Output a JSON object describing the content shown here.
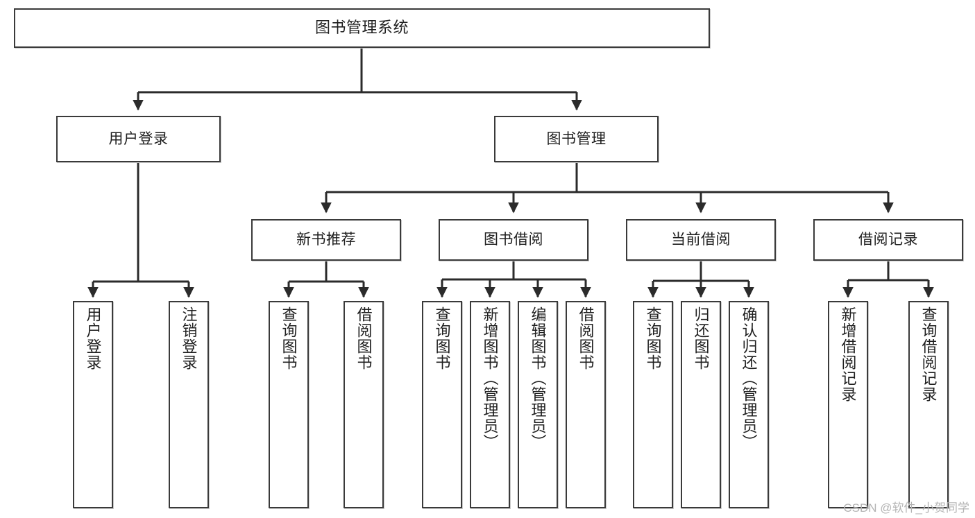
{
  "diagram": {
    "title": "图书管理系统",
    "type": "functional-decomposition-tree",
    "colors": {
      "background": "#ffffff",
      "node_border": "#3a3a3a",
      "node_fill": "#ffffff",
      "edge": "#2b2b2b",
      "text": "#1f1f1f",
      "watermark": "#b4b4b4"
    },
    "nodes": {
      "root": {
        "label": "图书管理系统"
      },
      "level2": [
        {
          "label": "用户登录"
        },
        {
          "label": "图书管理"
        }
      ],
      "level3": [
        {
          "label": "新书推荐"
        },
        {
          "label": "图书借阅"
        },
        {
          "label": "当前借阅"
        },
        {
          "label": "借阅记录"
        }
      ],
      "leaves": {
        "user_login": [
          {
            "label": "用户登录"
          },
          {
            "label": "注销登录"
          }
        ],
        "new_book_recommend": [
          {
            "label": "查询图书"
          },
          {
            "label": "借阅图书"
          }
        ],
        "book_borrow": [
          {
            "label": "查询图书"
          },
          {
            "label": "新增图书（管理员）"
          },
          {
            "label": "编辑图书（管理员）"
          },
          {
            "label": "借阅图书"
          }
        ],
        "current_borrow": [
          {
            "label": "查询图书"
          },
          {
            "label": "归还图书"
          },
          {
            "label": "确认归还（管理员）"
          }
        ],
        "borrow_record": [
          {
            "label": "新增借阅记录"
          },
          {
            "label": "查询借阅记录"
          }
        ]
      }
    },
    "watermark": "CSDN @软件_小贺同学"
  }
}
